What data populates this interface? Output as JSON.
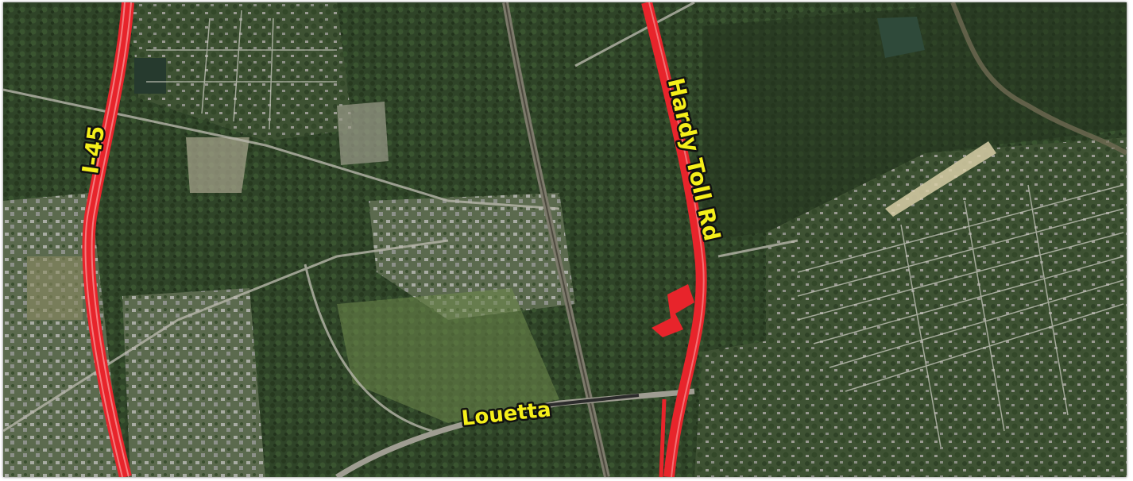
{
  "map": {
    "roads": [
      {
        "id": "i45",
        "label": "I-45"
      },
      {
        "id": "hardy",
        "label": "Hardy Toll Rd"
      },
      {
        "id": "louetta",
        "label": "Louetta"
      }
    ],
    "colors": {
      "highlight": "#e8242b",
      "label_fill": "#f5ef1a",
      "label_outline": "#111111",
      "forest_dark": "#24351f",
      "vegetation": "#3f5a34",
      "field": "#6f8a4d",
      "developed": "#8a9180"
    }
  }
}
